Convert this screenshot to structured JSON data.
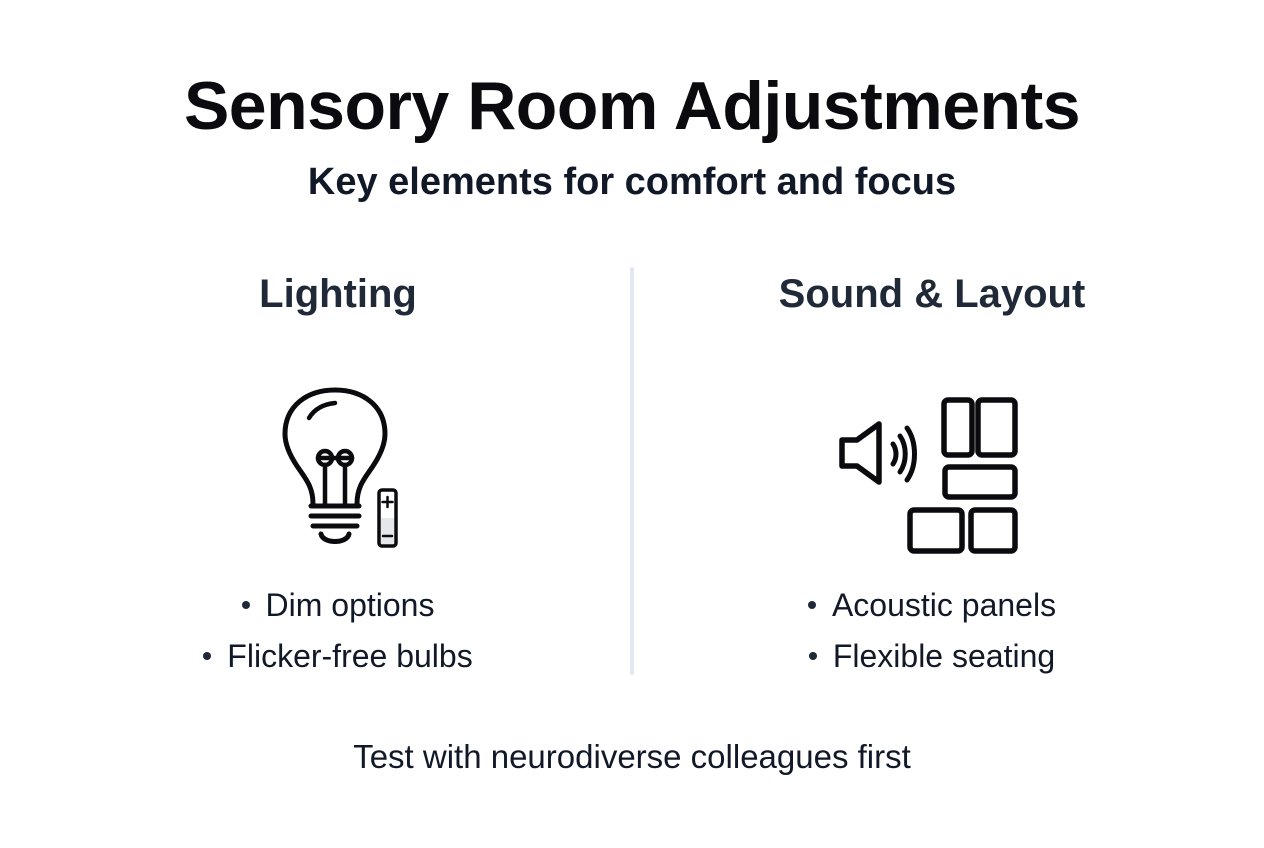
{
  "header": {
    "title": "Sensory Room Adjustments",
    "subtitle": "Key elements for comfort and focus"
  },
  "columns": [
    {
      "title": "Lighting",
      "icon": "lightbulb-with-dimmer-icon",
      "items": [
        "Dim options",
        "Flicker-free bulbs"
      ]
    },
    {
      "title": "Sound & Layout",
      "icon": "speaker-and-layout-grid-icon",
      "items": [
        "Acoustic panels",
        "Flexible seating"
      ]
    }
  ],
  "footer": {
    "note": "Test with neurodiverse colleagues first"
  },
  "colors": {
    "title": "#0b0b0f",
    "heading": "#1f2937",
    "divider": "#e2e8ef",
    "background": "#ffffff"
  }
}
